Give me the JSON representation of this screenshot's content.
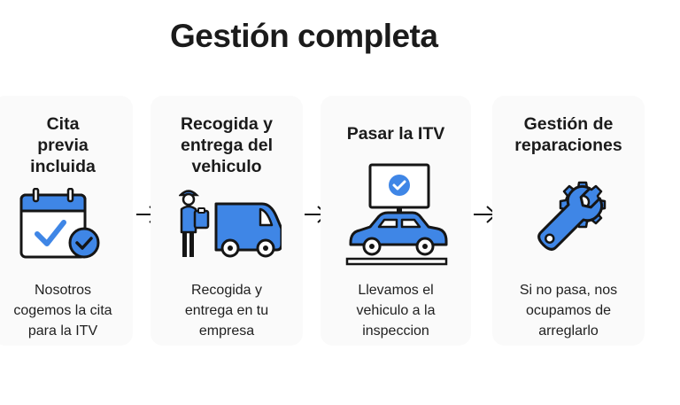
{
  "title": "Gestión completa",
  "colors": {
    "accent_blue": "#3f86e6",
    "outline": "#151515",
    "card_bg": "#fafafa"
  },
  "steps": [
    {
      "title_lines": [
        "Cita",
        "previa",
        "incluida"
      ],
      "desc_lines": [
        "Nosotros",
        "cogemos la cita",
        "para la ITV"
      ],
      "icon": "calendar-check-icon"
    },
    {
      "title_lines": [
        "Recogida y",
        "entrega del",
        "vehiculo"
      ],
      "desc_lines": [
        "Recogida y",
        "entrega en tu",
        "empresa"
      ],
      "icon": "delivery-van-person-icon"
    },
    {
      "title_lines": [
        "Pasar la ITV"
      ],
      "desc_lines": [
        "Llevamos el",
        "vehiculo a la",
        "inspeccion"
      ],
      "icon": "car-inspection-monitor-icon"
    },
    {
      "title_lines": [
        "Gestión de",
        "reparaciones"
      ],
      "desc_lines": [
        "Si no pasa, nos",
        "ocupamos de",
        "arreglarlo"
      ],
      "icon": "wrench-gear-icon"
    }
  ]
}
